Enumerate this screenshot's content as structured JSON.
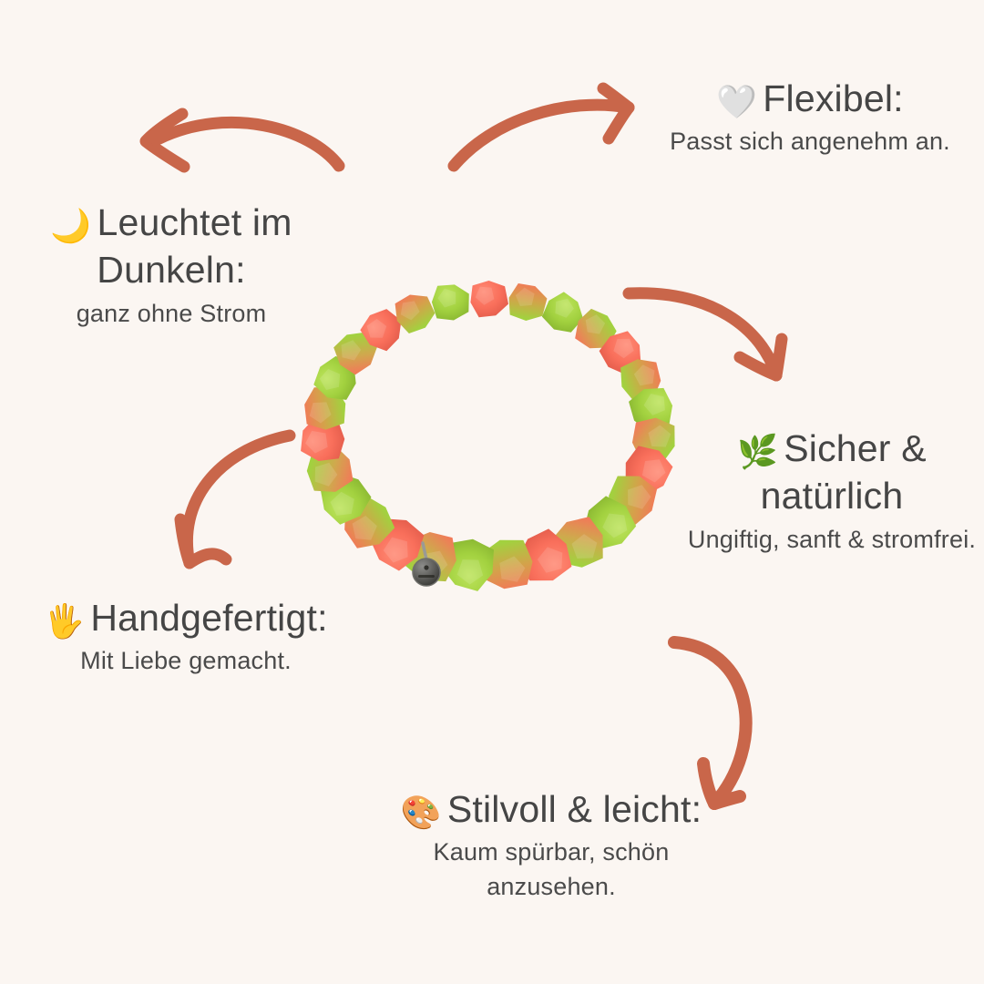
{
  "page": {
    "title": "Produkt-Highlights Infografik",
    "background_color": "#fbf6f2",
    "text_color": "#454545",
    "accent_color": "#c9664a"
  },
  "features": [
    {
      "id": "flexibel",
      "icon": "white-heart-icon",
      "emoji": "🤍",
      "headline": "Flexibel:",
      "subtitle": "Passt sich angenehm an."
    },
    {
      "id": "leuchtet",
      "icon": "crescent-moon-icon",
      "emoji": "🌙",
      "headline": "Leuchtet im Dunkeln:",
      "subtitle": "ganz ohne Strom"
    },
    {
      "id": "sicher",
      "icon": "herb-icon",
      "emoji": "🌿",
      "headline": "Sicher & natürlich",
      "subtitle": "Ungiftig, sanft & stromfrei."
    },
    {
      "id": "handgefertigt",
      "icon": "raised-hand-icon",
      "emoji": "🖐️",
      "headline": "Handgefertigt:",
      "subtitle": "Mit Liebe gemacht."
    },
    {
      "id": "stilvoll",
      "icon": "artist-palette-icon",
      "emoji": "🎨",
      "headline": "Stilvoll & leicht:",
      "subtitle": "Kaum spürbar, schön anzusehen."
    }
  ],
  "product": {
    "name": "silikon-perlen-armband",
    "description": "Armband aus facettierten Silikonperlen",
    "bead_colors": [
      "#f86f5c",
      "#a2d13f"
    ],
    "charm": "runder Metall-Anhänger"
  },
  "arrows": {
    "color": "#c9664a",
    "items": [
      {
        "id": "arrow-to-leuchtet",
        "direction": "left"
      },
      {
        "id": "arrow-to-flexibel",
        "direction": "up-right"
      },
      {
        "id": "arrow-to-sicher",
        "direction": "down-right"
      },
      {
        "id": "arrow-to-handgefertigt",
        "direction": "down-left"
      },
      {
        "id": "arrow-to-stilvoll",
        "direction": "down-left"
      }
    ]
  }
}
